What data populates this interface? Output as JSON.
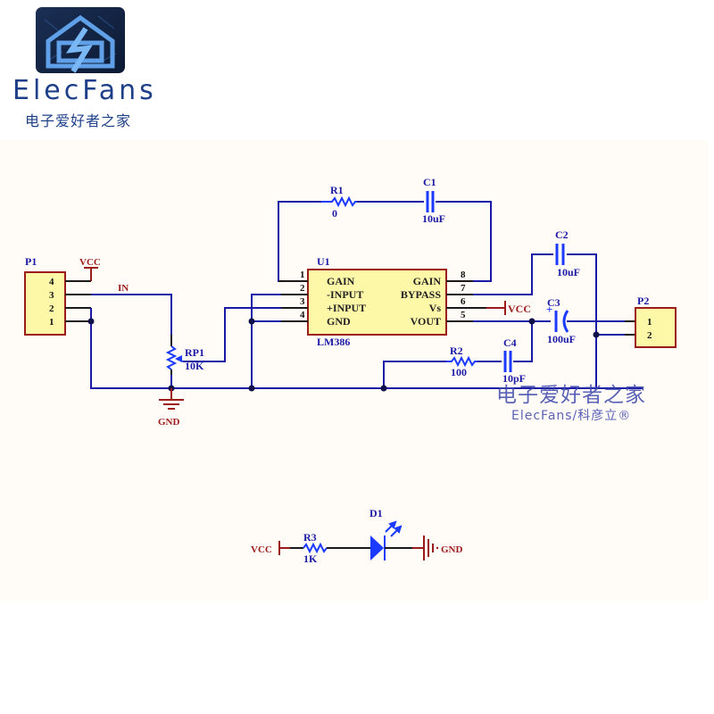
{
  "brand": {
    "name": "ElecFans",
    "subtitle": "电子爱好者之家",
    "logo_icon": "house-lightning-icon",
    "color": "#1d3f8a"
  },
  "watermark": {
    "line1": "电子爱好者之家",
    "line2": "ElecFans/科彦立®"
  },
  "colors": {
    "wire": "#1a1aa6",
    "pin": "#1a1a1a",
    "power": "#9b1b1b",
    "part_fill": "#fdf7a8",
    "part_border": "#9b1b1b",
    "component": "#1a3aff",
    "label_blue": "#1a1aa6",
    "label_red": "#9b1b1b",
    "sheet_bg": "#fffbf6"
  },
  "schematic": {
    "P1": {
      "designator": "P1",
      "pins": [
        "4",
        "3",
        "2",
        "1"
      ]
    },
    "P2": {
      "designator": "P2",
      "pins": [
        "1",
        "2"
      ]
    },
    "U1": {
      "designator": "U1",
      "part": "LM386",
      "left_pins": [
        {
          "num": "1",
          "name": "GAIN"
        },
        {
          "num": "2",
          "name": "-INPUT"
        },
        {
          "num": "3",
          "name": "+INPUT"
        },
        {
          "num": "4",
          "name": "GND"
        }
      ],
      "right_pins": [
        {
          "num": "8",
          "name": "GAIN"
        },
        {
          "num": "7",
          "name": "BYPASS"
        },
        {
          "num": "6",
          "name": "Vs"
        },
        {
          "num": "5",
          "name": "VOUT"
        }
      ]
    },
    "R1": {
      "designator": "R1",
      "value": "0"
    },
    "R2": {
      "designator": "R2",
      "value": "100"
    },
    "R3": {
      "designator": "R3",
      "value": "1K"
    },
    "RP1": {
      "designator": "RP1",
      "value": "10K"
    },
    "C1": {
      "designator": "C1",
      "value": "10uF"
    },
    "C2": {
      "designator": "C2",
      "value": "10uF"
    },
    "C3": {
      "designator": "C3",
      "value": "100uF",
      "polarity": "+"
    },
    "C4": {
      "designator": "C4",
      "value": "10pF"
    },
    "D1": {
      "designator": "D1",
      "type": "LED"
    },
    "nets": {
      "vcc": "VCC",
      "gnd": "GND",
      "in": "IN"
    }
  }
}
